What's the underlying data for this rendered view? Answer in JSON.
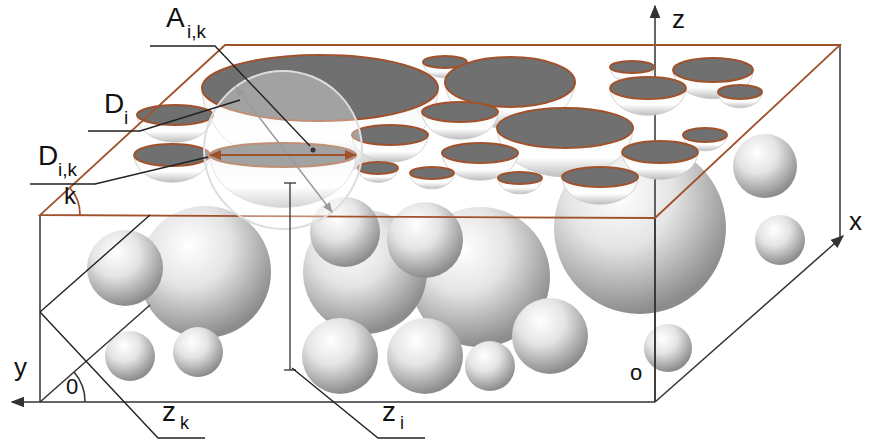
{
  "diagram": {
    "labels": [
      "A",
      "i,k",
      "D",
      "i",
      "D",
      "i,k",
      "k",
      "z",
      "x",
      "y",
      "o",
      "0",
      "z",
      "k",
      "z",
      "i"
    ]
  }
}
